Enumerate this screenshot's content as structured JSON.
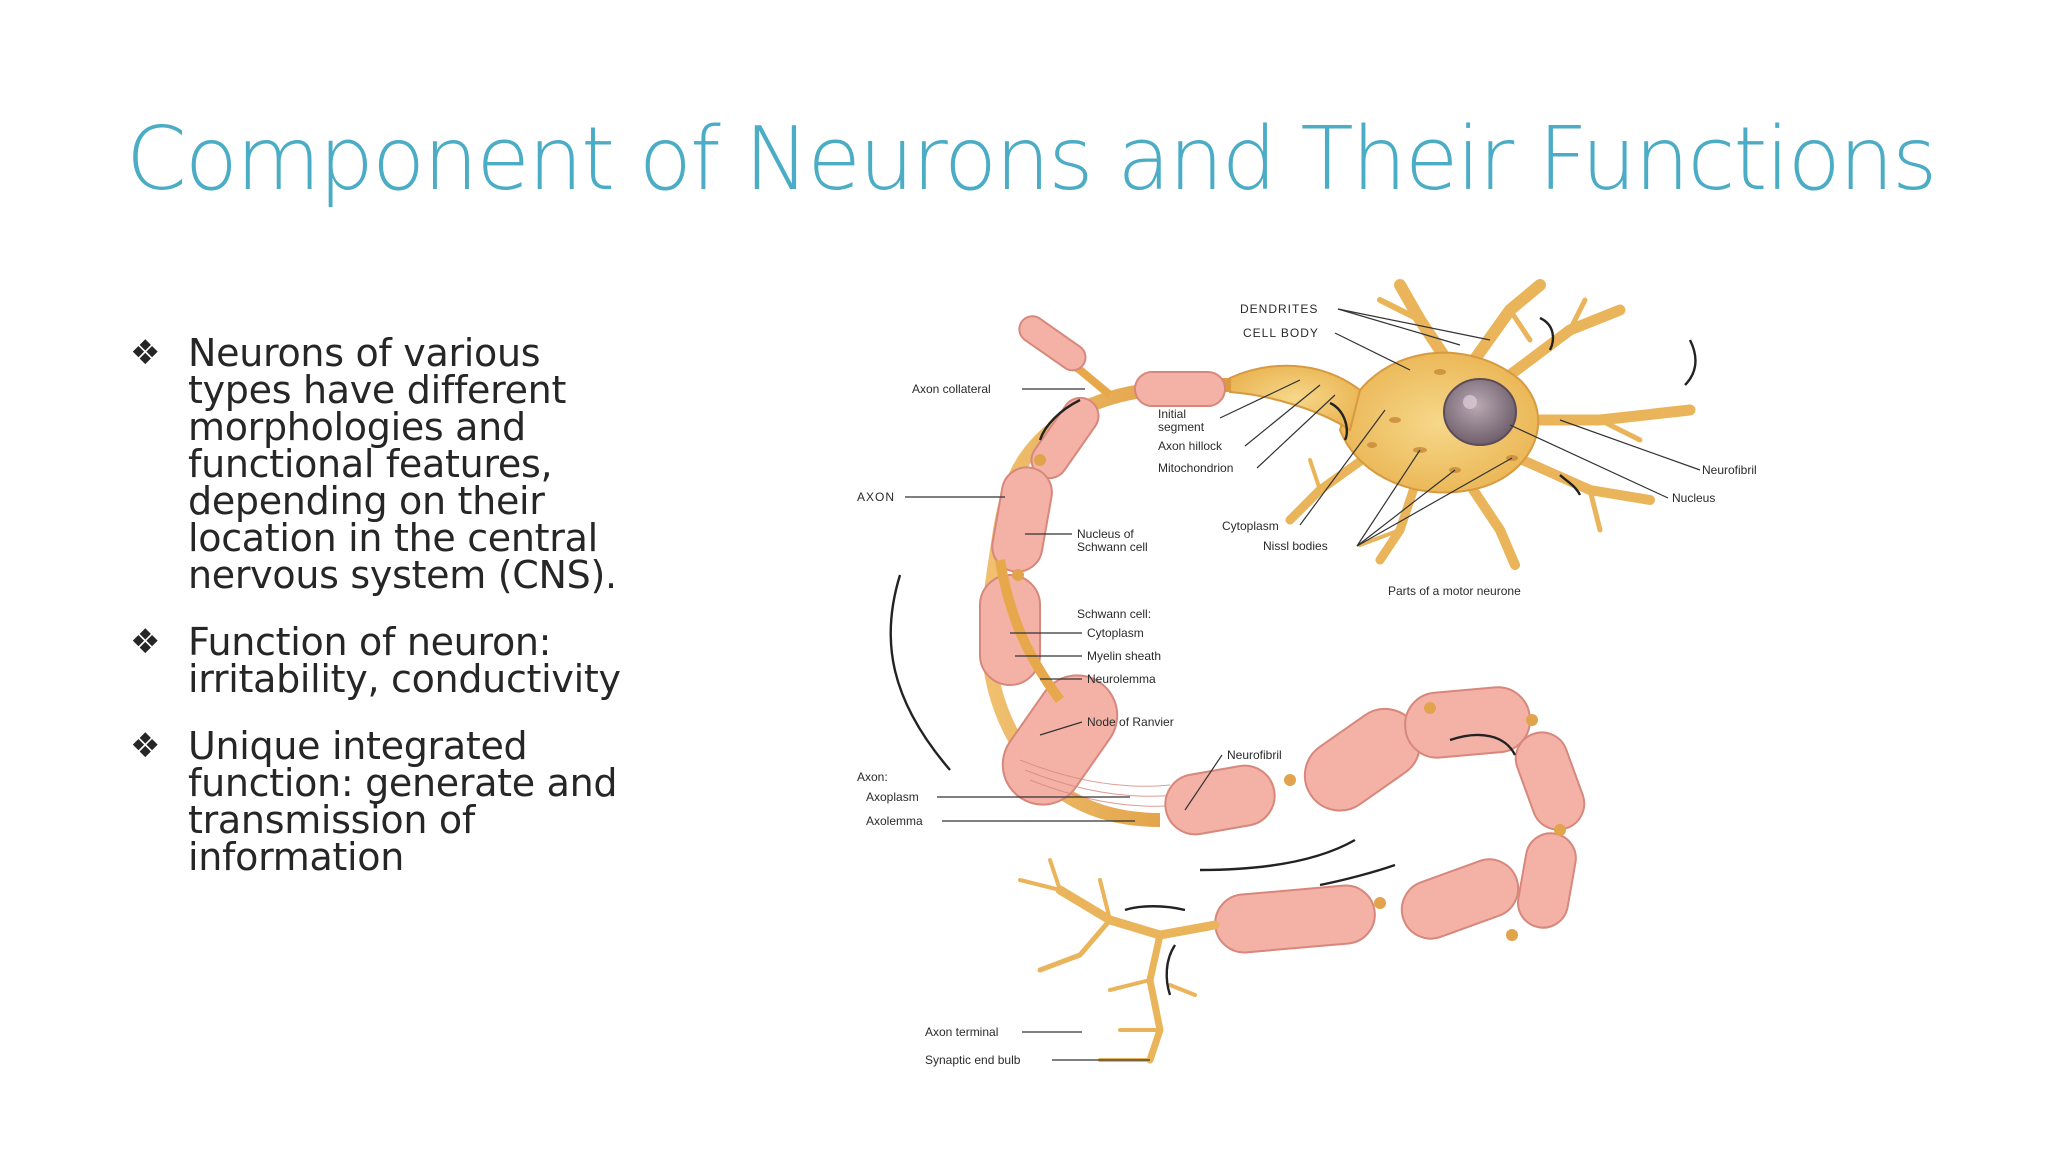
{
  "slide": {
    "title": "Component of Neurons and Their Functions",
    "bullet_icon": "four-diamond-bullet-icon",
    "bullets": [
      "Neurons of various types have different morphologies and functional features, depending on their location in the central nervous system (CNS).",
      "Function of neuron: irritability, conductivity",
      "Unique integrated function: generate and transmission of information"
    ]
  },
  "figure": {
    "caption": "Parts of a motor neurone",
    "labels": {
      "dendrites": "DENDRITES",
      "cell_body": "CELL BODY",
      "axon_collateral": "Axon collateral",
      "initial_segment": "Initial segment",
      "axon_hillock": "Axon hillock",
      "mitochondrion": "Mitochondrion",
      "neurofibril_top": "Neurofibril",
      "nucleus": "Nucleus",
      "cytoplasm": "Cytoplasm",
      "nissl_bodies": "Nissl bodies",
      "axon": "AXON",
      "nucleus_schwann": "Nucleus of Schwann cell",
      "schwann_cell": "Schwann cell:",
      "schwann_cytoplasm": "Cytoplasm",
      "myelin_sheath": "Myelin sheath",
      "neurolemma": "Neurolemma",
      "node_of_ranvier": "Node of Ranvier",
      "neurofibril_mid": "Neurofibril",
      "axon_colon": "Axon:",
      "axoplasm": "Axoplasm",
      "axolemma": "Axolemma",
      "axon_terminal": "Axon terminal",
      "synaptic_end_bulb": "Synaptic end bulb"
    },
    "colors": {
      "cell_body": "#f1c46a",
      "myelin": "#f4b2a6",
      "axon_core": "#e7a84c",
      "nucleus": "#8c7a86",
      "title": "#4bacc6"
    }
  }
}
